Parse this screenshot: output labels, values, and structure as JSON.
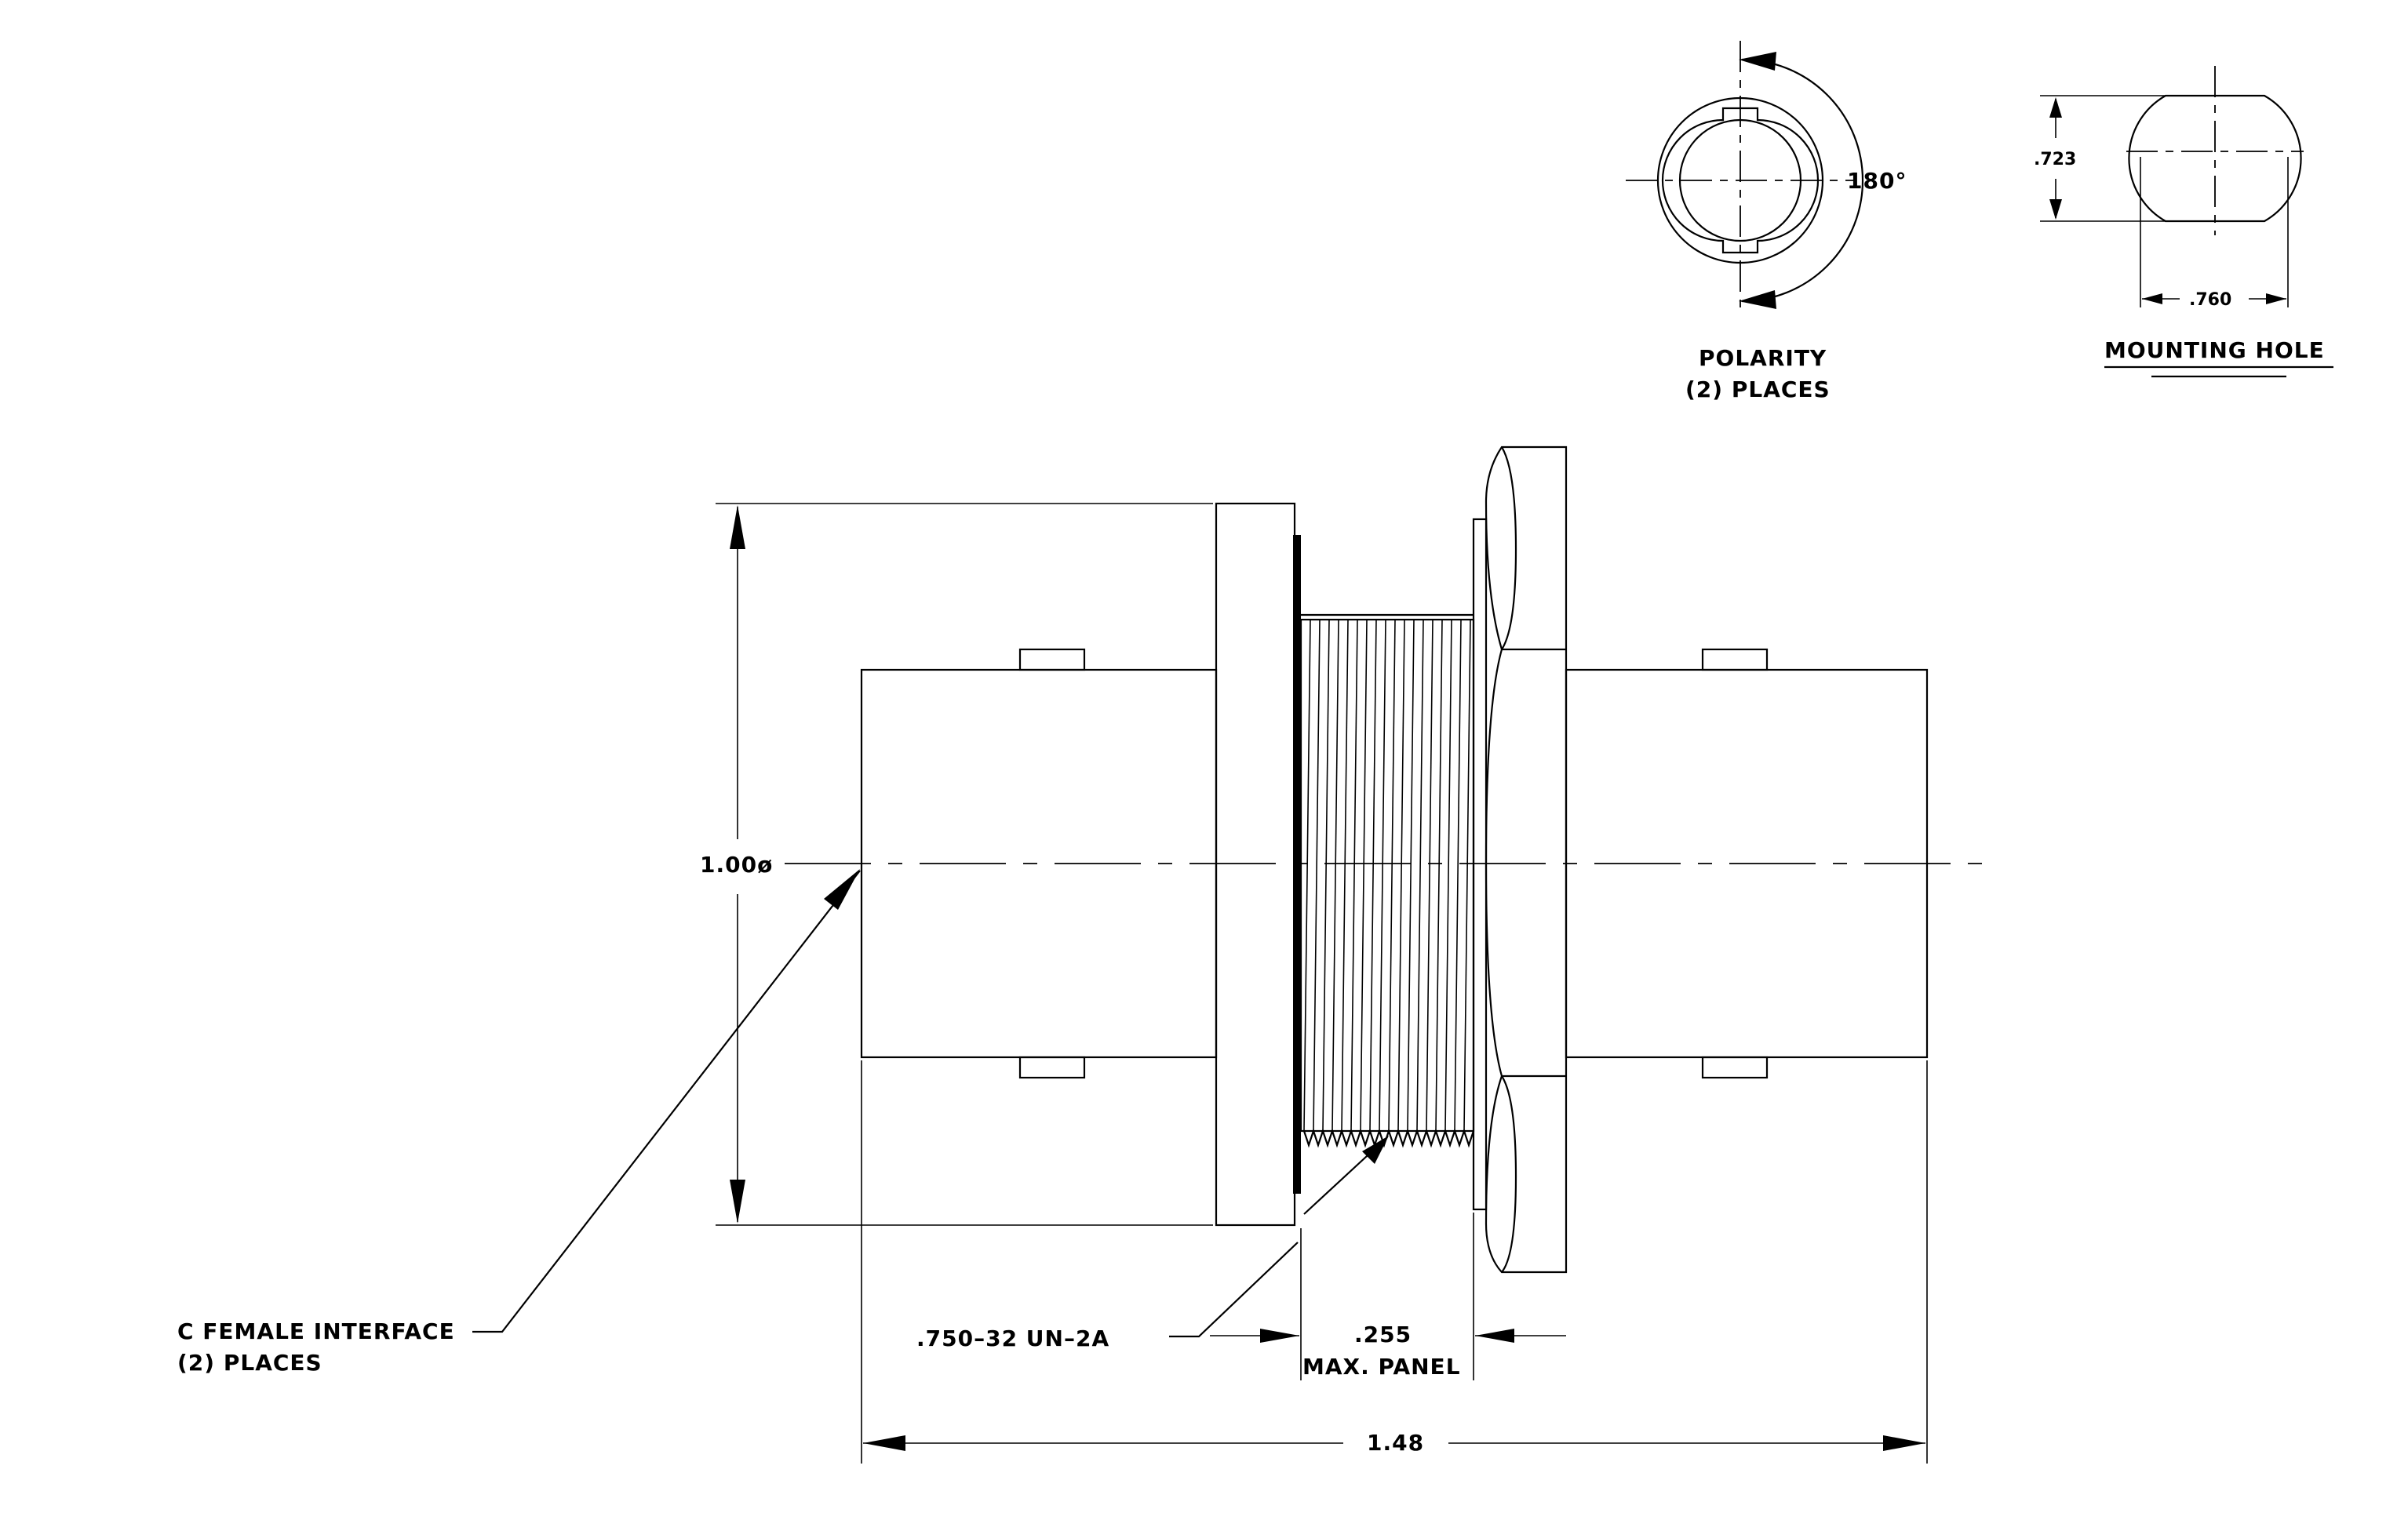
{
  "labels": {
    "polarity_line1": "POLARITY",
    "polarity_line2": "(2) PLACES",
    "angle": "180°",
    "mounting_hole": "MOUNTING  HOLE",
    "dim_723": ".723",
    "dim_760": ".760",
    "dia": "1.00ø",
    "interface_line1": "C FEMALE INTERFACE",
    "interface_line2": "(2)  PLACES",
    "thread": ".750–32 UN–2A",
    "panel_line1": ".255",
    "panel_line2": "MAX. PANEL",
    "length": "1.48"
  }
}
